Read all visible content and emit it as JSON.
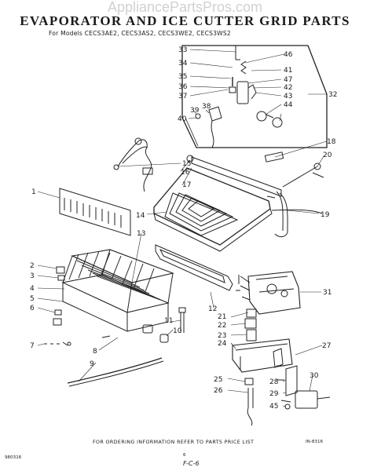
{
  "watermark": "AppliancePartsPros.com",
  "title": "EVAPORATOR AND ICE CUTTER GRID PARTS",
  "subtitle": "For Models CECS3AE2, CECS3AS2, CECS3WE2, CECS3WS2",
  "footer": "FOR ORDERING INFORMATION REFER TO PARTS PRICE LIST",
  "code_left": "980316",
  "code_right": "IN-8316",
  "page_number": "6",
  "signature": "F-C-6",
  "callouts": [
    "1",
    "2",
    "3",
    "4",
    "5",
    "6",
    "7",
    "8",
    "9",
    "10",
    "11",
    "12",
    "13",
    "14",
    "15",
    "16",
    "17",
    "18",
    "19",
    "20",
    "21",
    "22",
    "23",
    "24",
    "25",
    "26",
    "27",
    "28",
    "29",
    "30",
    "31",
    "32",
    "33",
    "34",
    "35",
    "36",
    "37",
    "38",
    "39",
    "40",
    "41",
    "42",
    "43",
    "44",
    "45",
    "46",
    "47"
  ]
}
